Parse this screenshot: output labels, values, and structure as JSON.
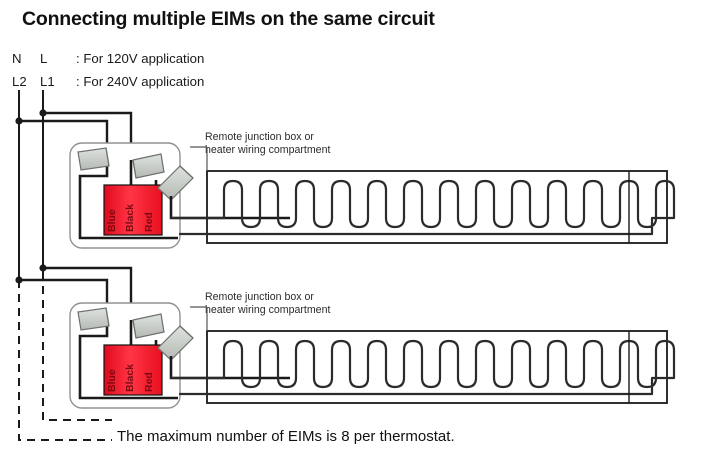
{
  "title": "Connecting multiple EIMs on the same circuit",
  "legend": [
    {
      "neutral": "N",
      "line": "L",
      "sep": ":",
      "text": "For 120V application"
    },
    {
      "neutral": "L2",
      "line": "L1",
      "sep": ":",
      "text": "For 240V application"
    }
  ],
  "callouts": {
    "top": {
      "line1": "Remote junction box or",
      "line2": "heater wiring compartment"
    },
    "bottom": {
      "line1": "Remote junction box or",
      "line2": "heater wiring compartment"
    }
  },
  "footnote": "The maximum number of EIMs is 8 per thermostat.",
  "eim_units": [
    {
      "id": "eim-upper",
      "terminal_labels": [
        "Blue",
        "Black",
        "Red"
      ],
      "connector_count": 3
    },
    {
      "id": "eim-lower",
      "terminal_labels": [
        "Blue",
        "Black",
        "Red"
      ],
      "connector_count": 3
    }
  ],
  "colors": {
    "eim_body": "#ef1020",
    "eim_body_light": "#ff4050",
    "eim_outline": "#111111",
    "wire": "#1a1a1a",
    "connector_fill": "#c9cdc9",
    "connector_stroke": "#6e726e",
    "enclosure_stroke": "#8f948f",
    "box_stroke": "#1a1a1a",
    "coil_stroke": "#2b2b2b",
    "text": "#111111"
  },
  "labels": {
    "heater_box": "heater-element-box",
    "coil": "heating-coil"
  }
}
